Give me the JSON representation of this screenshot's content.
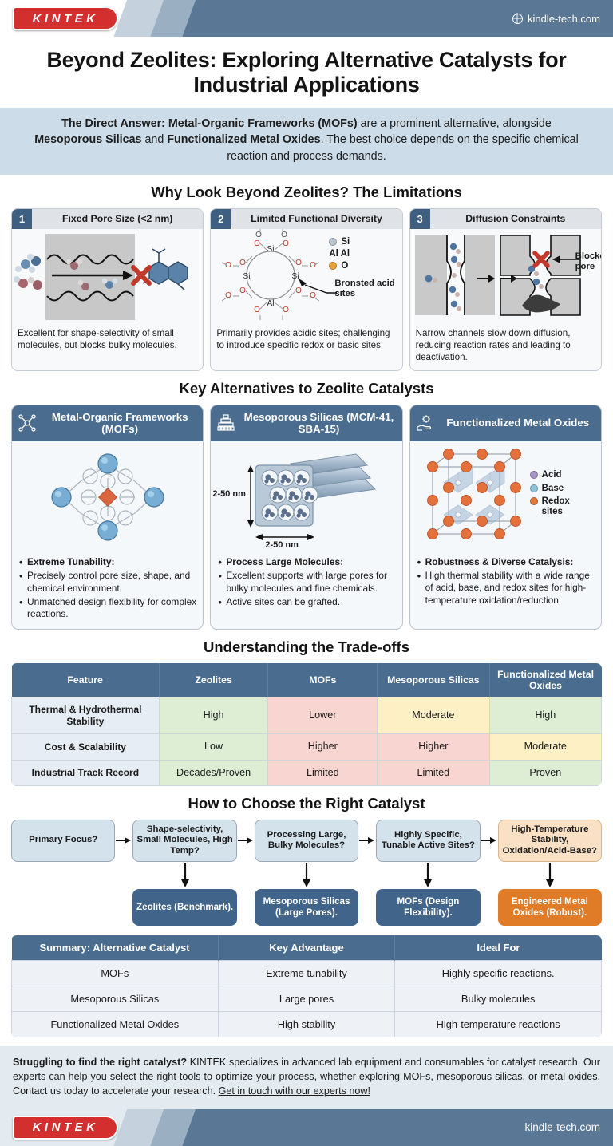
{
  "header": {
    "logo_text": "KINTEK",
    "globe_icon": "globe-icon",
    "site": "kindle-tech.com"
  },
  "title": "Beyond Zeolites: Exploring Alternative Catalysts for Industrial Applications",
  "answer": {
    "lead": "The Direct Answer: Metal-Organic Frameworks (MOFs)",
    "mid1": " are a prominent alternative, alongside ",
    "b1": "Mesoporous Silicas",
    "mid2": " and ",
    "b2": "Functionalized Metal Oxides",
    "tail": ". The best choice depends on the specific chemical reaction and process demands."
  },
  "sections": {
    "limitations_heading": "Why Look Beyond Zeolites? The Limitations",
    "alternatives_heading": "Key Alternatives to Zeolite Catalysts",
    "tradeoffs_heading": "Understanding the Trade-offs",
    "flowchart_heading": "How to Choose the Right Catalyst"
  },
  "limitations": [
    {
      "num": "1",
      "title": "Fixed Pore Size (<2 nm)",
      "text": "Excellent for shape-selectivity of small molecules, but blocks bulky molecules."
    },
    {
      "num": "2",
      "title": "Limited Functional Diversity",
      "text": "Primarily provides acidic sites; challenging to introduce specific redox or basic sites.",
      "legend": [
        {
          "label": "Si",
          "color": "#b9c6d2",
          "dot": true
        },
        {
          "label": "Al Al",
          "color": "",
          "dot": false
        },
        {
          "label": "O",
          "color": "#e8a13c",
          "dot": true
        }
      ],
      "callout": "Bronsted acid sites",
      "atoms": {
        "si": "Si",
        "al": "Al",
        "o": "O"
      }
    },
    {
      "num": "3",
      "title": "Diffusion Constraints",
      "text": "Narrow channels slow down diffusion, reducing reaction rates and leading to deactivation.",
      "callout": "Blocked pore"
    }
  ],
  "alternatives": [
    {
      "icon": "mof-network-icon",
      "title": "Metal-Organic Frameworks (MOFs)",
      "bullets": [
        {
          "text": "Extreme Tunability:",
          "bold": true
        },
        {
          "text": "Precisely control pore size, shape, and chemical environment.",
          "bold": false
        },
        {
          "text": "Unmatched design flexibility for complex reactions.",
          "bold": false
        }
      ]
    },
    {
      "icon": "mesoporous-stack-icon",
      "title": "Mesoporous Silicas (MCM-41, SBA-15)",
      "dim_v": "2-50 nm",
      "dim_h": "2-50 nm",
      "bullets": [
        {
          "text": "Process Large Molecules:",
          "bold": true
        },
        {
          "text": "Excellent supports with large pores for bulky molecules and fine chemicals.",
          "bold": false
        },
        {
          "text": "Active sites can be grafted.",
          "bold": false
        }
      ]
    },
    {
      "icon": "gear-hand-icon",
      "title": "Functionalized Metal Oxides",
      "legend": [
        {
          "label": "Acid",
          "color": "#a894c8"
        },
        {
          "label": "Base",
          "color": "#8ec4d8"
        },
        {
          "label": "Redox sites",
          "color": "#e07840"
        }
      ],
      "bullets": [
        {
          "text": "Robustness & Diverse Catalysis:",
          "bold": true
        },
        {
          "text": "High thermal stability with a wide range of acid, base, and redox sites for high-temperature oxidation/reduction.",
          "bold": false
        }
      ]
    }
  ],
  "tradeoff_table": {
    "headers": [
      "Feature",
      "Zeolites",
      "MOFs",
      "Mesoporous Silicas",
      "Functionalized Metal Oxides"
    ],
    "rows": [
      {
        "feature": "Thermal & Hydrothermal Stability",
        "cells": [
          {
            "v": "High",
            "tone": "green"
          },
          {
            "v": "Lower",
            "tone": "red"
          },
          {
            "v": "Moderate",
            "tone": "yellow"
          },
          {
            "v": "High",
            "tone": "green"
          }
        ]
      },
      {
        "feature": "Cost & Scalability",
        "cells": [
          {
            "v": "Low",
            "tone": "green"
          },
          {
            "v": "Higher",
            "tone": "red"
          },
          {
            "v": "Higher",
            "tone": "red"
          },
          {
            "v": "Moderate",
            "tone": "yellow"
          }
        ]
      },
      {
        "feature": "Industrial Track Record",
        "cells": [
          {
            "v": "Decades/Proven",
            "tone": "green"
          },
          {
            "v": "Limited",
            "tone": "red"
          },
          {
            "v": "Limited",
            "tone": "red"
          },
          {
            "v": "Proven",
            "tone": "green"
          }
        ]
      }
    ]
  },
  "flowchart": {
    "questions": [
      {
        "label": "Primary Focus?",
        "tone": "blue"
      },
      {
        "label": "Shape-selectivity, Small Molecules, High Temp?",
        "tone": "blue"
      },
      {
        "label": "Processing Large, Bulky Molecules?",
        "tone": "blue"
      },
      {
        "label": "Highly Specific, Tunable Active Sites?",
        "tone": "blue"
      },
      {
        "label": "High-Temperature Stability, Oxidation/Acid-Base?",
        "tone": "peach"
      }
    ],
    "results": [
      {
        "label": "Zeolites (Benchmark).",
        "tone": "blue"
      },
      {
        "label": "Mesoporous Silicas (Large Pores).",
        "tone": "blue"
      },
      {
        "label": "MOFs (Design Flexibility).",
        "tone": "blue"
      },
      {
        "label": "Engineered Metal Oxides (Robust).",
        "tone": "orange"
      }
    ]
  },
  "summary_table": {
    "headers": [
      "Summary: Alternative Catalyst",
      "Key Advantage",
      "Ideal For"
    ],
    "rows": [
      [
        "MOFs",
        "Extreme tunability",
        "Highly specific reactions."
      ],
      [
        "Mesoporous Silicas",
        "Large pores",
        "Bulky molecules"
      ],
      [
        "Functionalized Metal Oxides",
        "High stability",
        "High-temperature reactions"
      ]
    ]
  },
  "cta": {
    "bold": "Struggling to find the right catalyst?",
    "body": " KINTEK specializes in advanced lab equipment and consumables for catalyst research. Our experts can help you select the right tools to optimize your process, whether exploring MOFs, mesoporous silicas, or metal oxides. Contact us today to accelerate your research. ",
    "link": "Get in touch with our experts now!"
  },
  "footer": {
    "logo_text": "KINTEK",
    "site": "kindle-tech.com"
  },
  "colors": {
    "brand_red": "#d32f2f",
    "header_blue": "#5a7896",
    "card_head_blue": "#4a6d8f",
    "accent_orange": "#e07b28",
    "banner_blue": "#ccdce8"
  }
}
